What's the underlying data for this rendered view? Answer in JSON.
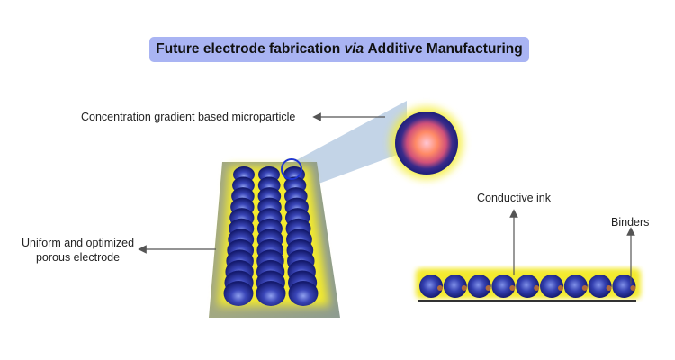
{
  "title": {
    "prefix": "Future electrode fabrication",
    "emphasis": "via",
    "suffix": "Additive Manufacturing"
  },
  "labels": {
    "microparticle": "Concentration gradient based microparticle",
    "porous_electrode_line1": "Uniform and optimized",
    "porous_electrode_line2": "porous electrode",
    "conductive_ink": "Conductive ink",
    "binders": "Binders"
  },
  "colors": {
    "title_bg": "#a9b4f3",
    "sphere_dark": "#1a1f7a",
    "sphere_light": "#6b7fe0",
    "glow": "#f5ee3a",
    "substrate": "#9aa58a",
    "core_center": "#ffc0c8",
    "core_mid": "#ff8060",
    "binder": "#b06a3a"
  },
  "electrode": {
    "columns": 3,
    "rows": 12
  },
  "film": {
    "particles": 9
  }
}
